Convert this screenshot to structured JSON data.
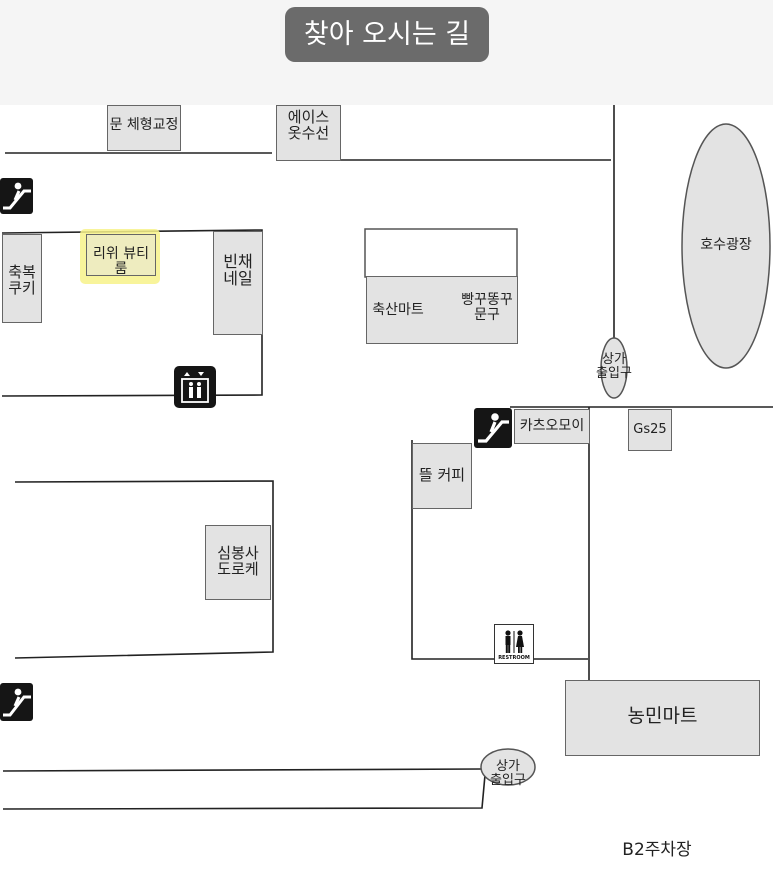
{
  "title": "찾아 오시는 길",
  "highlight_color": "#f7f28a",
  "stores": {
    "top_left": "문 체형교정",
    "ace_optician": "에이스\n옷수선",
    "chukbok_cookie": "축복\n쿠키",
    "liwi_beauty": "리위 뷰티룸",
    "bichae_nail": "빈채\n네일",
    "butcher": "축산마트",
    "stationery": "빵꾸똥꾸\n문구",
    "lake_plaza": "호수광장",
    "mall_entrance_top": "상가\n출입구",
    "katsu": "카츠오모이",
    "gs25": "Gs25",
    "coffee": "뜰 커피",
    "simbongsa": "심봉사\n도로케",
    "nongmin_mart": "농민마트",
    "mall_entrance_bottom": "상가\n출입구",
    "parking": "B2주차장"
  },
  "icons": {
    "escalator_top_left": "escalator-icon",
    "elevator": "elevator-icon",
    "escalator_mid": "escalator-icon",
    "escalator_bottom_left": "escalator-icon",
    "restroom": "restroom-icon"
  },
  "restroom_label": "RESTROOM"
}
